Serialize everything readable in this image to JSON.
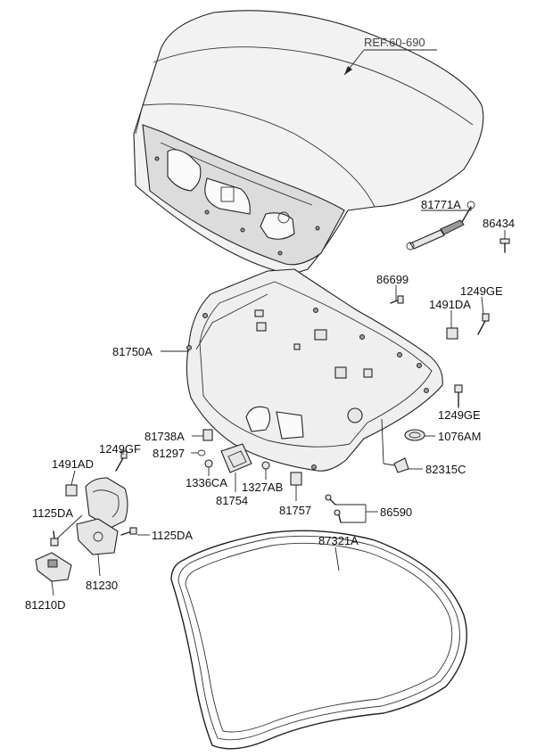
{
  "reference": "REF.60-690",
  "labels": {
    "p81771A": "81771A",
    "p86434": "86434",
    "p86699": "86699",
    "p1249GE_a": "1249GE",
    "p1491DA_a": "1491DA",
    "p81750A": "81750A",
    "p1249GE_b": "1249GE",
    "p81738A": "81738A",
    "p1076AM": "1076AM",
    "p81297": "81297",
    "p1249GF": "1249GF",
    "p1491AD": "1491AD",
    "p82315C": "82315C",
    "p1336CA": "1336CA",
    "p1327AB": "1327AB",
    "p81754": "81754",
    "p81757": "81757",
    "p86590": "86590",
    "p1125DA_a": "1125DA",
    "p1125DA_b": "1125DA",
    "p87321A": "87321A",
    "p81230": "81230",
    "p81210D": "81210D"
  }
}
